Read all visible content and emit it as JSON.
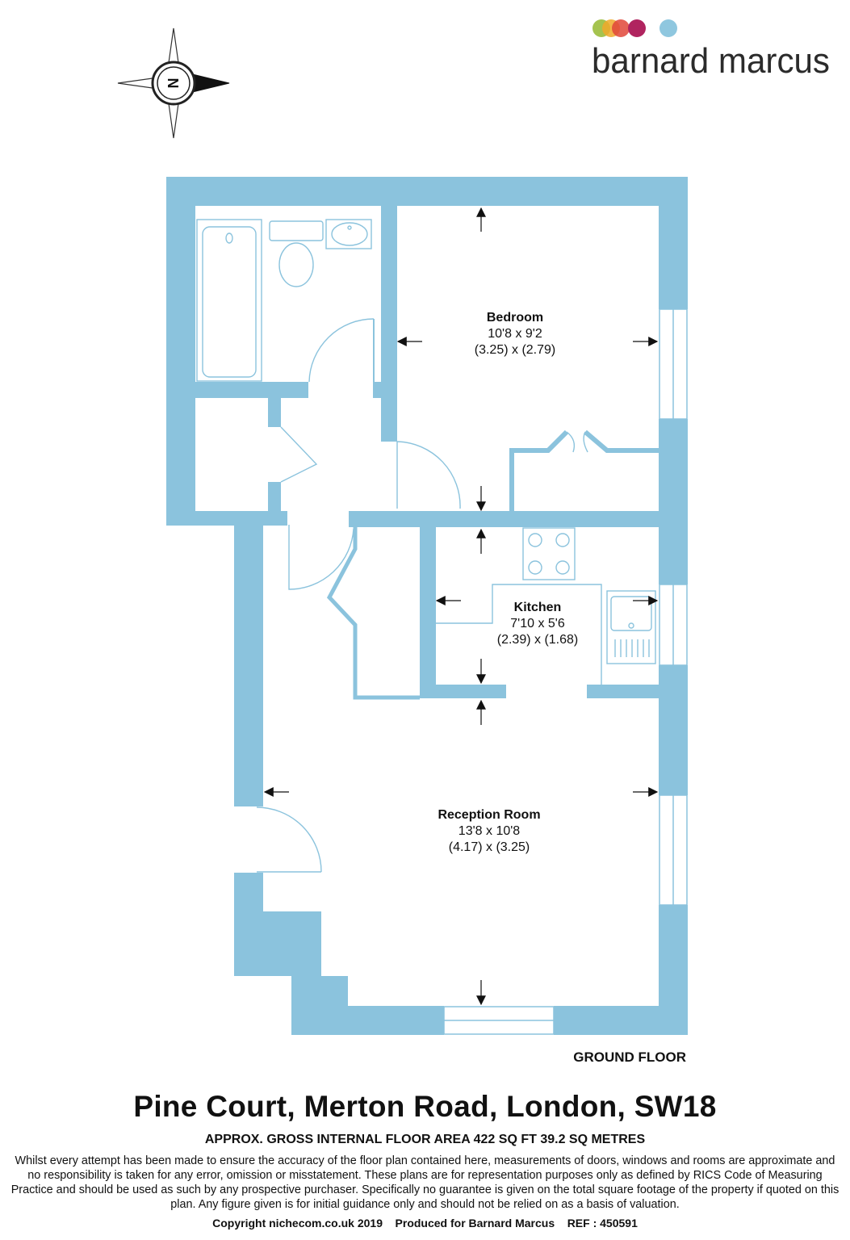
{
  "brand": {
    "name": "barnard marcus",
    "dot_colors": [
      "#9bbd3c",
      "#f0a92a",
      "#e0473a",
      "#b0245f",
      "#8fc7df"
    ]
  },
  "compass": {
    "letter": "N",
    "icon": "compass-rose-icon"
  },
  "colors": {
    "wall": "#8bc3dd",
    "fixture": "#8bc3dd",
    "text": "#111111"
  },
  "rooms": {
    "bedroom": {
      "name": "Bedroom",
      "imperial": "10'8 x 9'2",
      "metric": "(3.25) x (2.79)"
    },
    "kitchen": {
      "name": "Kitchen",
      "imperial": "7'10 x 5'6",
      "metric": "(2.39) x (1.68)"
    },
    "reception": {
      "name": "Reception Room",
      "imperial": "13'8 x 10'8",
      "metric": "(4.17) x (3.25)"
    }
  },
  "floor_label": "GROUND FLOOR",
  "footer": {
    "address": "Pine Court, Merton Road, London, SW18",
    "area": "APPROX. GROSS INTERNAL FLOOR AREA 422 SQ FT 39.2 SQ METRES",
    "disclaimer": "Whilst every attempt has been made to ensure the accuracy of the floor plan contained here, measurements of doors, windows and rooms are approximate and no responsibility is taken for any error, omission or misstatement. These plans are for representation purposes only as defined by RICS Code of Measuring Practice and should be used as such by any prospective purchaser.  Specifically no guarantee is given on the total square footage of the property if quoted on this plan. Any figure given is for initial guidance only and should not be relied on as a basis of valuation.",
    "copyright": "Copyright nichecom.co.uk 2019    Produced for Barnard Marcus    REF : 450591"
  }
}
